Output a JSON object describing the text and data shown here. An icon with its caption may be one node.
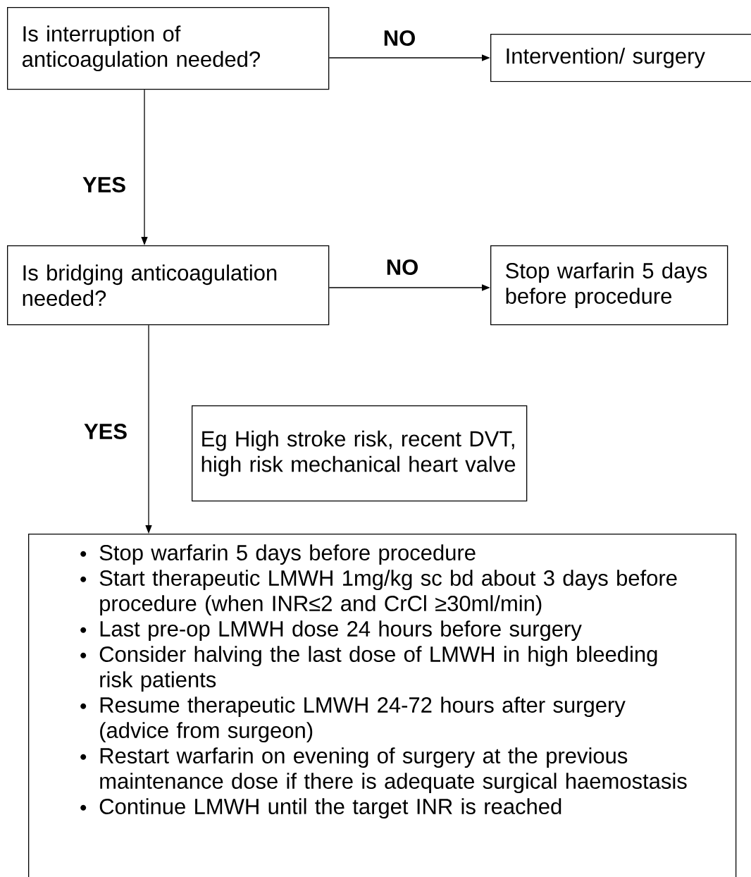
{
  "diagram": {
    "nodes": [
      {
        "text": [
          "Is interruption of anticoagulation needed?"
        ]
      },
      {
        "text": [
          "Intervention/ surgery"
        ]
      },
      {
        "text": [
          "Is bridging anticoagulation needed?"
        ]
      },
      {
        "text": [
          "Stop warfarin 5 days before procedure"
        ]
      },
      {
        "text": [
          "Eg High stroke risk, recent DVT, high risk mechanical heart valve"
        ]
      },
      {
        "text": [
          "Stop warfarin 5 days before procedure",
          "Start therapeutic LMWH 1mg/kg sc bd about 3 days before procedure (when INR≤2 and CrCl ≥30ml/min)",
          "Last pre-op LMWH dose 24 hours before surgery",
          "Consider halving the last dose of LMWH in high bleeding risk patients",
          "Resume therapeutic LMWH 24-72 hours after surgery (advice from surgeon)",
          "Restart warfarin on evening of surgery at the previous maintenance dose if there is adequate surgical haemostasis",
          "Continue LMWH until the target INR is reached"
        ]
      }
    ],
    "edges": [
      {
        "from": 0,
        "to": 1,
        "arrow": "to",
        "label": "NO"
      },
      {
        "from": 0,
        "to": 2,
        "arrow": "to",
        "label": "YES"
      },
      {
        "from": 2,
        "to": 3,
        "arrow": "to",
        "label": "NO"
      },
      {
        "from": 2,
        "to": 5,
        "arrow": "to",
        "label": "YES"
      }
    ]
  }
}
